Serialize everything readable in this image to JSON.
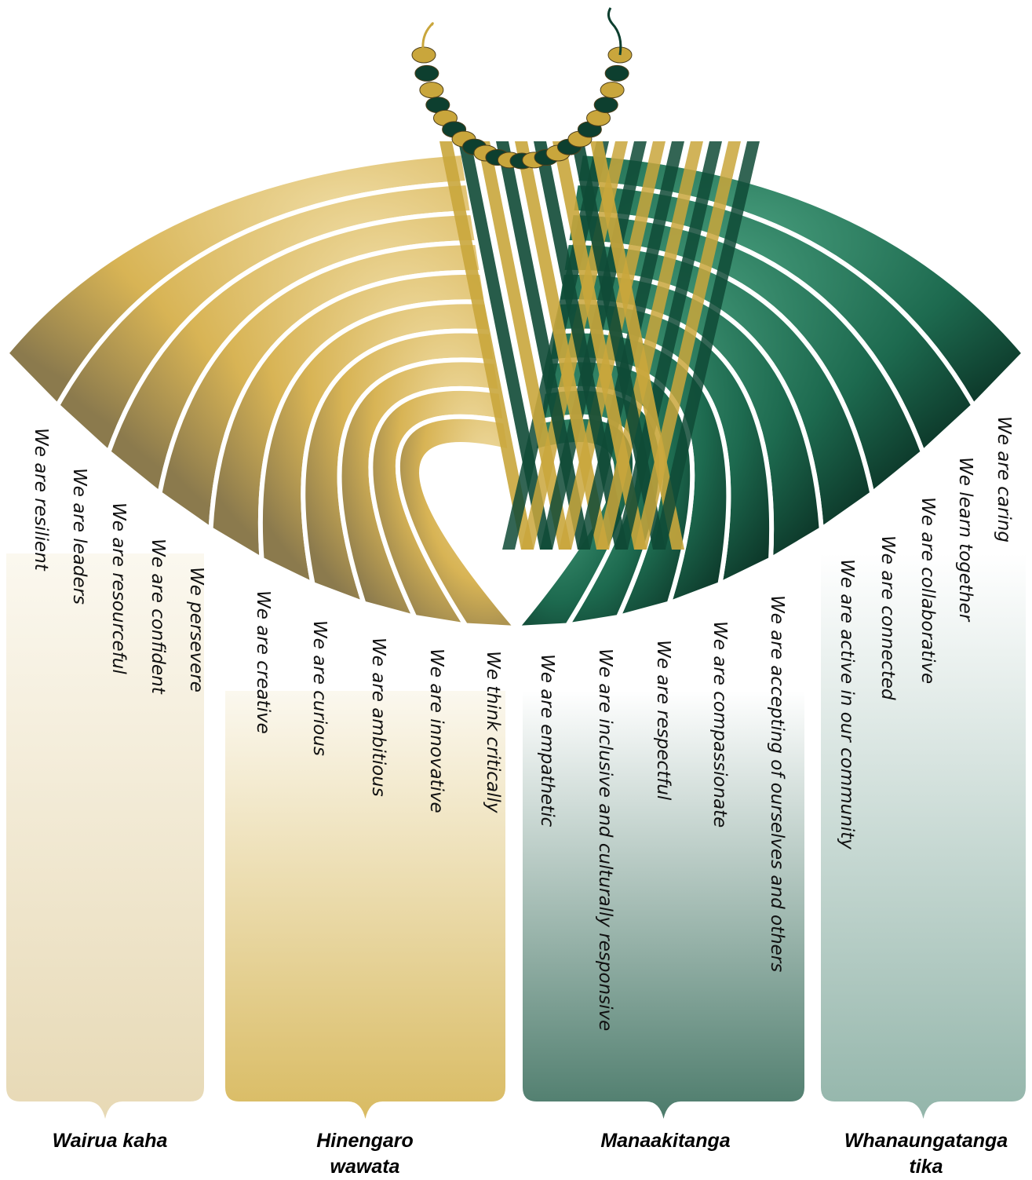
{
  "diagram": {
    "colors": {
      "gold_light": "#efdca4",
      "gold": "#d8b455",
      "gold_dark": "#8b7a4d",
      "green_light": "#4aa07f",
      "green": "#1d6a4f",
      "green_dark": "#07261c"
    },
    "groups": [
      {
        "title": "Wairua kaha",
        "color_top": "#fbf8ef",
        "color_bottom": "#e7d9b5",
        "values": [
          "We are resilient",
          "We are leaders",
          "We are resourceful",
          "We are confident",
          "We persevere"
        ]
      },
      {
        "title": "Hinengaro\nwawata",
        "color_top": "#fbf8ef",
        "color_bottom": "#d9bb62",
        "values": [
          "We are creative",
          "We are curious",
          "We are ambitious",
          "We are innovative",
          "We think critically"
        ]
      },
      {
        "title": "Manaakitanga",
        "color_top": "#ffffff",
        "color_bottom": "#4c7b6b",
        "values": [
          "We are empathetic",
          "We are inclusive and culturally responsive",
          "We are respectful",
          "We are compassionate",
          "We are accepting of ourselves and others"
        ]
      },
      {
        "title": "Whanaungatanga\ntika",
        "color_top": "#ffffff",
        "color_bottom": "#93b5aa",
        "values": [
          "We are caring",
          "We learn together",
          "We are collaborative",
          "We are connected",
          "We are active in our community"
        ]
      }
    ]
  }
}
